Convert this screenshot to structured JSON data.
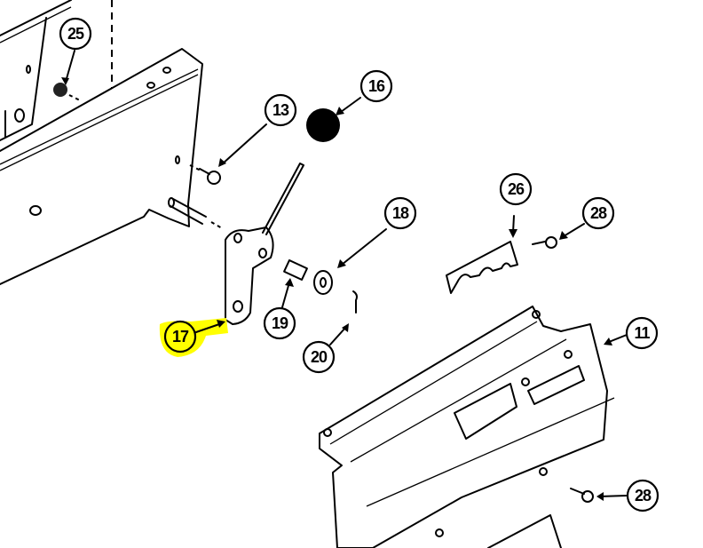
{
  "diagram": {
    "type": "exploded parts diagram",
    "highlight_color": "#ffff00",
    "callouts": [
      {
        "id": "25",
        "label": "25",
        "part": "nut"
      },
      {
        "id": "13",
        "label": "13",
        "part": "bolt"
      },
      {
        "id": "16",
        "label": "16",
        "part": "knob"
      },
      {
        "id": "18",
        "label": "18",
        "part": "washer"
      },
      {
        "id": "19",
        "label": "19",
        "part": "spring"
      },
      {
        "id": "20",
        "label": "20",
        "part": "cotter-pin"
      },
      {
        "id": "17",
        "label": "17",
        "part": "lever-bracket",
        "highlighted": true
      },
      {
        "id": "26",
        "label": "26",
        "part": "notched-plate"
      },
      {
        "id": "28a",
        "label": "28",
        "part": "screw"
      },
      {
        "id": "11",
        "label": "11",
        "part": "control-panel"
      },
      {
        "id": "28b",
        "label": "28",
        "part": "screw"
      }
    ]
  }
}
